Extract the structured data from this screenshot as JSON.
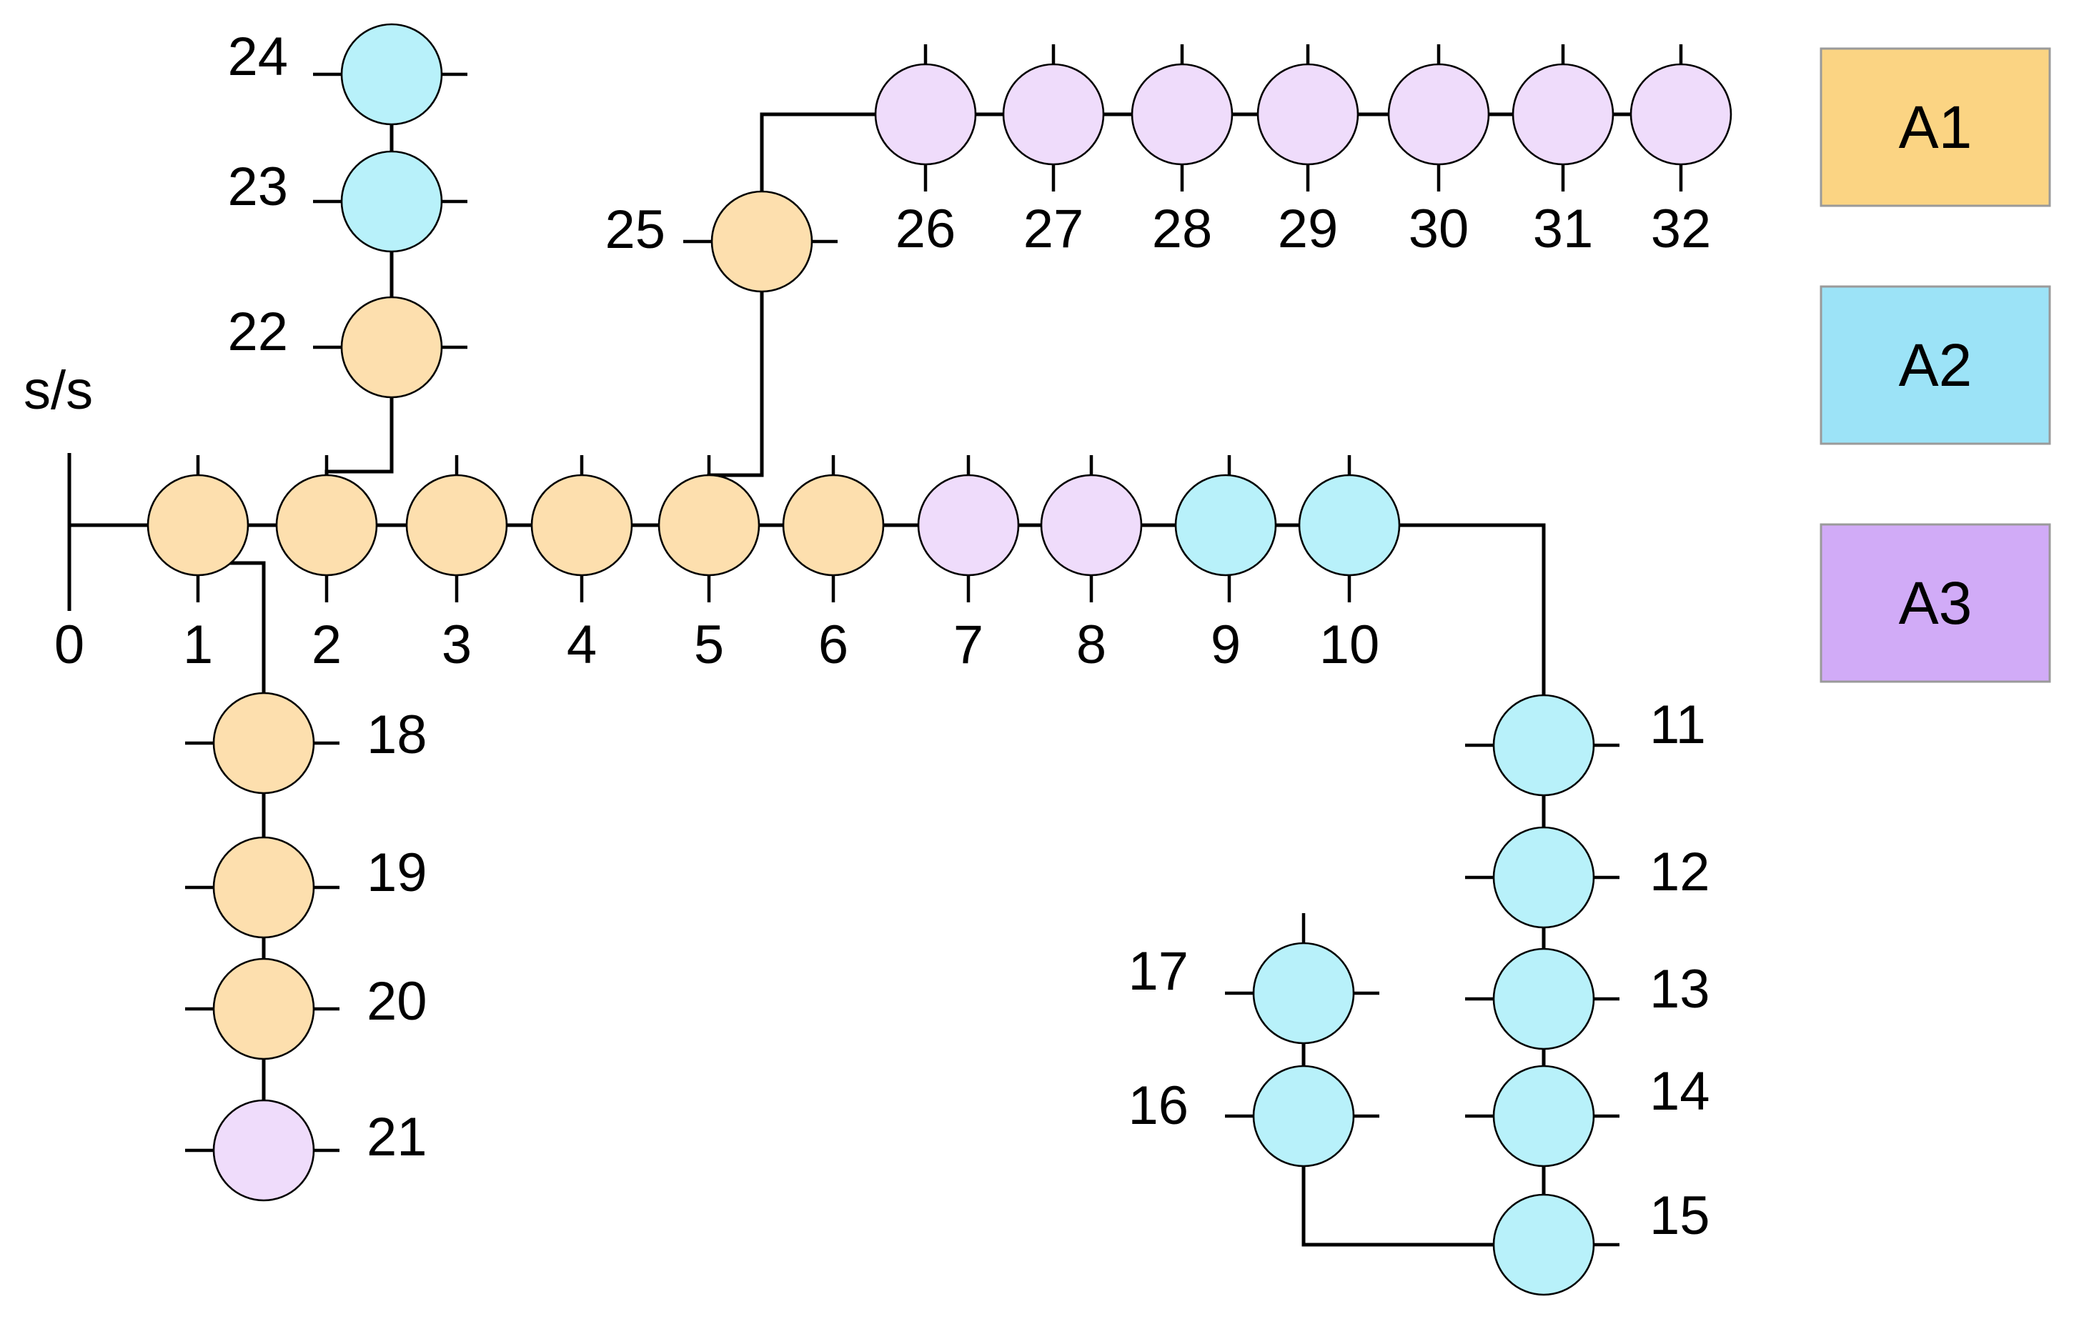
{
  "substation_label": "s/s",
  "colors": {
    "A1": "#FDDFAE",
    "A2": "#B8F1FA",
    "A3": "#EFDCFB",
    "legend_A1": "#FBD483",
    "legend_A2": "#9CE3F7",
    "legend_A3": "#D1ABF7"
  },
  "legend": [
    {
      "label": "A1",
      "color_key": "legend_A1"
    },
    {
      "label": "A2",
      "color_key": "legend_A2"
    },
    {
      "label": "A3",
      "color_key": "legend_A3"
    }
  ],
  "nodes": [
    {
      "id": "0",
      "label": "0",
      "area": null
    },
    {
      "id": "1",
      "label": "1",
      "area": "A1"
    },
    {
      "id": "2",
      "label": "2",
      "area": "A1"
    },
    {
      "id": "3",
      "label": "3",
      "area": "A1"
    },
    {
      "id": "4",
      "label": "4",
      "area": "A1"
    },
    {
      "id": "5",
      "label": "5",
      "area": "A1"
    },
    {
      "id": "6",
      "label": "6",
      "area": "A1"
    },
    {
      "id": "7",
      "label": "7",
      "area": "A3"
    },
    {
      "id": "8",
      "label": "8",
      "area": "A3"
    },
    {
      "id": "9",
      "label": "9",
      "area": "A2"
    },
    {
      "id": "10",
      "label": "10",
      "area": "A2"
    },
    {
      "id": "11",
      "label": "11",
      "area": "A2"
    },
    {
      "id": "12",
      "label": "12",
      "area": "A2"
    },
    {
      "id": "13",
      "label": "13",
      "area": "A2"
    },
    {
      "id": "14",
      "label": "14",
      "area": "A2"
    },
    {
      "id": "15",
      "label": "15",
      "area": "A2"
    },
    {
      "id": "16",
      "label": "16",
      "area": "A2"
    },
    {
      "id": "17",
      "label": "17",
      "area": "A2"
    },
    {
      "id": "18",
      "label": "18",
      "area": "A1"
    },
    {
      "id": "19",
      "label": "19",
      "area": "A1"
    },
    {
      "id": "20",
      "label": "20",
      "area": "A1"
    },
    {
      "id": "21",
      "label": "21",
      "area": "A3"
    },
    {
      "id": "22",
      "label": "22",
      "area": "A1"
    },
    {
      "id": "23",
      "label": "23",
      "area": "A2"
    },
    {
      "id": "24",
      "label": "24",
      "area": "A2"
    },
    {
      "id": "25",
      "label": "25",
      "area": "A1"
    },
    {
      "id": "26",
      "label": "26",
      "area": "A3"
    },
    {
      "id": "27",
      "label": "27",
      "area": "A3"
    },
    {
      "id": "28",
      "label": "28",
      "area": "A3"
    },
    {
      "id": "29",
      "label": "29",
      "area": "A3"
    },
    {
      "id": "30",
      "label": "30",
      "area": "A3"
    },
    {
      "id": "31",
      "label": "31",
      "area": "A3"
    },
    {
      "id": "32",
      "label": "32",
      "area": "A3"
    }
  ],
  "edges": [
    [
      "0",
      "1"
    ],
    [
      "1",
      "2"
    ],
    [
      "2",
      "3"
    ],
    [
      "3",
      "4"
    ],
    [
      "4",
      "5"
    ],
    [
      "5",
      "6"
    ],
    [
      "6",
      "7"
    ],
    [
      "7",
      "8"
    ],
    [
      "8",
      "9"
    ],
    [
      "9",
      "10"
    ],
    [
      "10",
      "11"
    ],
    [
      "11",
      "12"
    ],
    [
      "12",
      "13"
    ],
    [
      "13",
      "14"
    ],
    [
      "14",
      "15"
    ],
    [
      "15",
      "16"
    ],
    [
      "16",
      "17"
    ],
    [
      "1",
      "18"
    ],
    [
      "18",
      "19"
    ],
    [
      "19",
      "20"
    ],
    [
      "20",
      "21"
    ],
    [
      "2",
      "22"
    ],
    [
      "22",
      "23"
    ],
    [
      "23",
      "24"
    ],
    [
      "5",
      "25"
    ],
    [
      "25",
      "26"
    ],
    [
      "26",
      "27"
    ],
    [
      "27",
      "28"
    ],
    [
      "28",
      "29"
    ],
    [
      "29",
      "30"
    ],
    [
      "30",
      "31"
    ],
    [
      "31",
      "32"
    ]
  ]
}
